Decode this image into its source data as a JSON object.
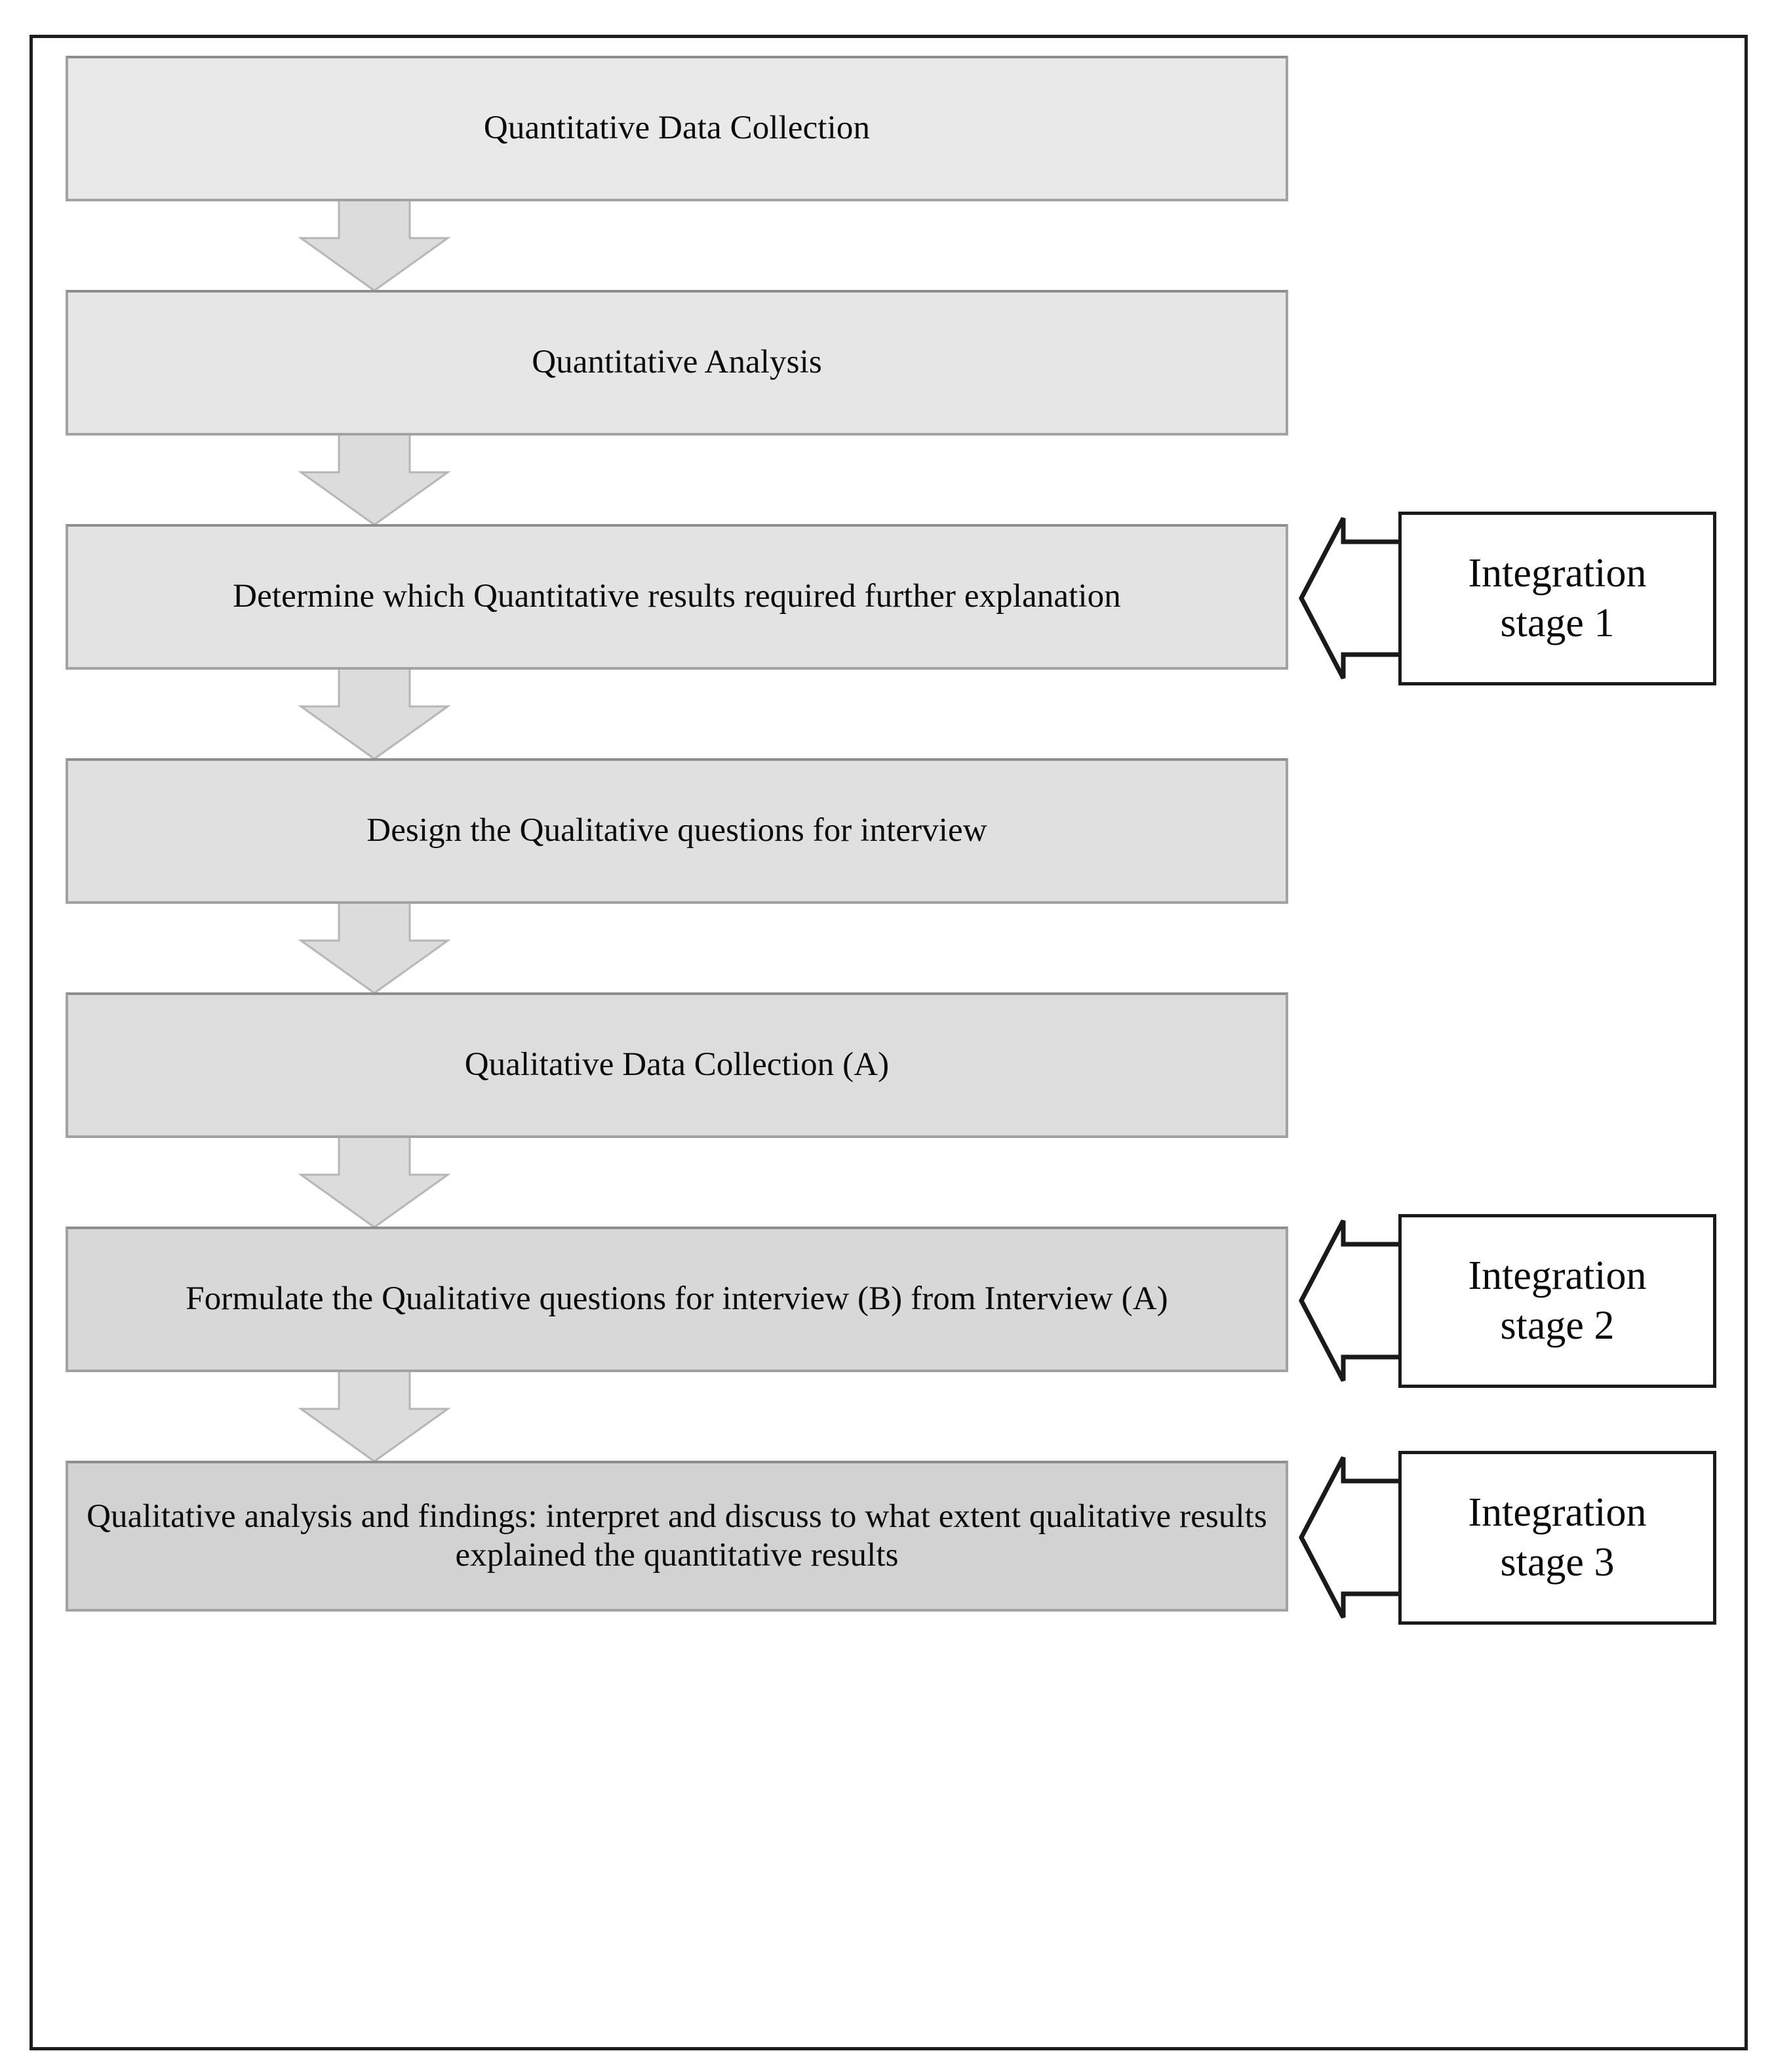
{
  "figure": {
    "type": "explanatory-sequential-mixed-methods-flowchart",
    "orientation": "vertical",
    "frame_border_color": "#1d1d1d",
    "box_border_color": "#a2a2a2",
    "callout_border_color": "#1a1a1a",
    "arrow_fill_color": "#dcdcdc"
  },
  "flow": {
    "steps": [
      {
        "id": "step-1",
        "label": "Quantitative Data Collection",
        "fill": "#e9e9e9"
      },
      {
        "id": "step-2",
        "label": "Quantitative Analysis",
        "fill": "#e6e6e6"
      },
      {
        "id": "step-3",
        "label": "Determine which Quantitative results required further explanation",
        "fill": "#e3e3e3"
      },
      {
        "id": "step-4",
        "label": "Design the Qualitative questions for interview",
        "fill": "#e0e0e0"
      },
      {
        "id": "step-5",
        "label": "Qualitative Data Collection (A)",
        "fill": "#dddddd"
      },
      {
        "id": "step-6",
        "label": "Formulate the Qualitative questions for interview (B) from Interview (A)",
        "fill": "#d8d8d8"
      },
      {
        "id": "step-7",
        "label": "Qualitative analysis and findings: interpret and discuss to what extent qualitative results explained the quantitative results",
        "fill": "#d2d2d2"
      }
    ],
    "connectors": [
      {
        "id": "arrow-1",
        "from": "step-1",
        "to": "step-2",
        "direction": "down"
      },
      {
        "id": "arrow-2",
        "from": "step-2",
        "to": "step-3",
        "direction": "down"
      },
      {
        "id": "arrow-3",
        "from": "step-3",
        "to": "step-4",
        "direction": "down"
      },
      {
        "id": "arrow-4",
        "from": "step-4",
        "to": "step-5",
        "direction": "down"
      },
      {
        "id": "arrow-5",
        "from": "step-5",
        "to": "step-6",
        "direction": "down"
      },
      {
        "id": "arrow-6",
        "from": "step-6",
        "to": "step-7",
        "direction": "down"
      }
    ]
  },
  "callouts": [
    {
      "id": "integration-stage-1",
      "line1": "Integration",
      "line2": "stage 1",
      "points_to": "step-3",
      "direction": "left"
    },
    {
      "id": "integration-stage-2",
      "line1": "Integration",
      "line2": "stage 2",
      "points_to": "step-6",
      "direction": "left"
    },
    {
      "id": "integration-stage-3",
      "line1": "Integration",
      "line2": "stage 3",
      "points_to": "step-7",
      "direction": "left"
    }
  ]
}
